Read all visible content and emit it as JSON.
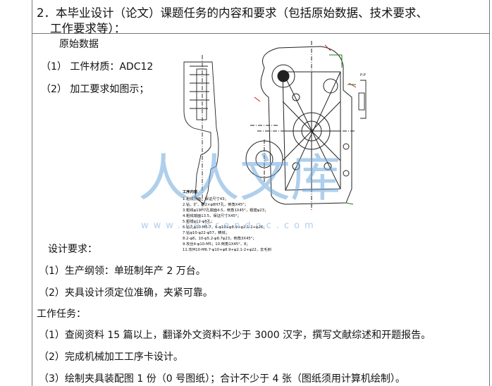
{
  "section": {
    "heading_line1": "2．本毕业设计（论文）课题任务的内容和要求（包括原始数据、技术要求、",
    "heading_line2": "工作要求等）："
  },
  "original_data": {
    "title": "原始数据",
    "item1": "（1）  工件材质：ADC12",
    "item2": "（2）  加工要求如图示；"
  },
  "drawing": {
    "notes_title": "工序内容",
    "notes": [
      "1.粗铣顶面，保证尺寸43；",
      "2.钻、扩、铰2×φ8H7孔，倒角X45°；",
      "3.粗铣φ19H7孔端面4.5，倒角1X45°，粗镗φ23；",
      "4.粗铣端面13.5，保证尺寸X45°；",
      "5.粗镗φ12-φ8孔；",
      "6.钻孔φ10-M5.7，6-φ10+φ8.9+φ2.1-2+φ26；",
      "7.钻φ10-φ22-φ57，精铣；",
      "8.2-φ8，10-φ5.2-φ8.7φ23，倒角3X45°；",
      "9.攻丝4-φ10-M5；10.倒角1X45°，8；",
      "11.攻M10-M6.7-φ10+φ8.9+φ2.1-2+φ22，去毛刺"
    ],
    "section_label": "P-P"
  },
  "watermark": {
    "text": "人人文库",
    "url": "www.renrendoc.com"
  },
  "design_req": {
    "title": "设计要求：",
    "item1": "（1）生产纲领：单班制年产 2 万台。",
    "item2": "（2）夹具设计须定位准确，夹紧可靠。"
  },
  "work_tasks": {
    "title": "工作任务：",
    "item1": "（1）查阅资料 15 篇以上，翻译外文资料不少于 3000 汉字，撰写文献综述和开题报告。",
    "item2": "（2）完成机械加工工序卡设计。",
    "item3": "（3）绘制夹具装配图 1 份（0 号图纸）；合计不少于 4 张（图纸须用计算机绘制）。"
  },
  "colors": {
    "text": "#111111",
    "line": "#777777",
    "watermark": "#6fa8dc"
  }
}
